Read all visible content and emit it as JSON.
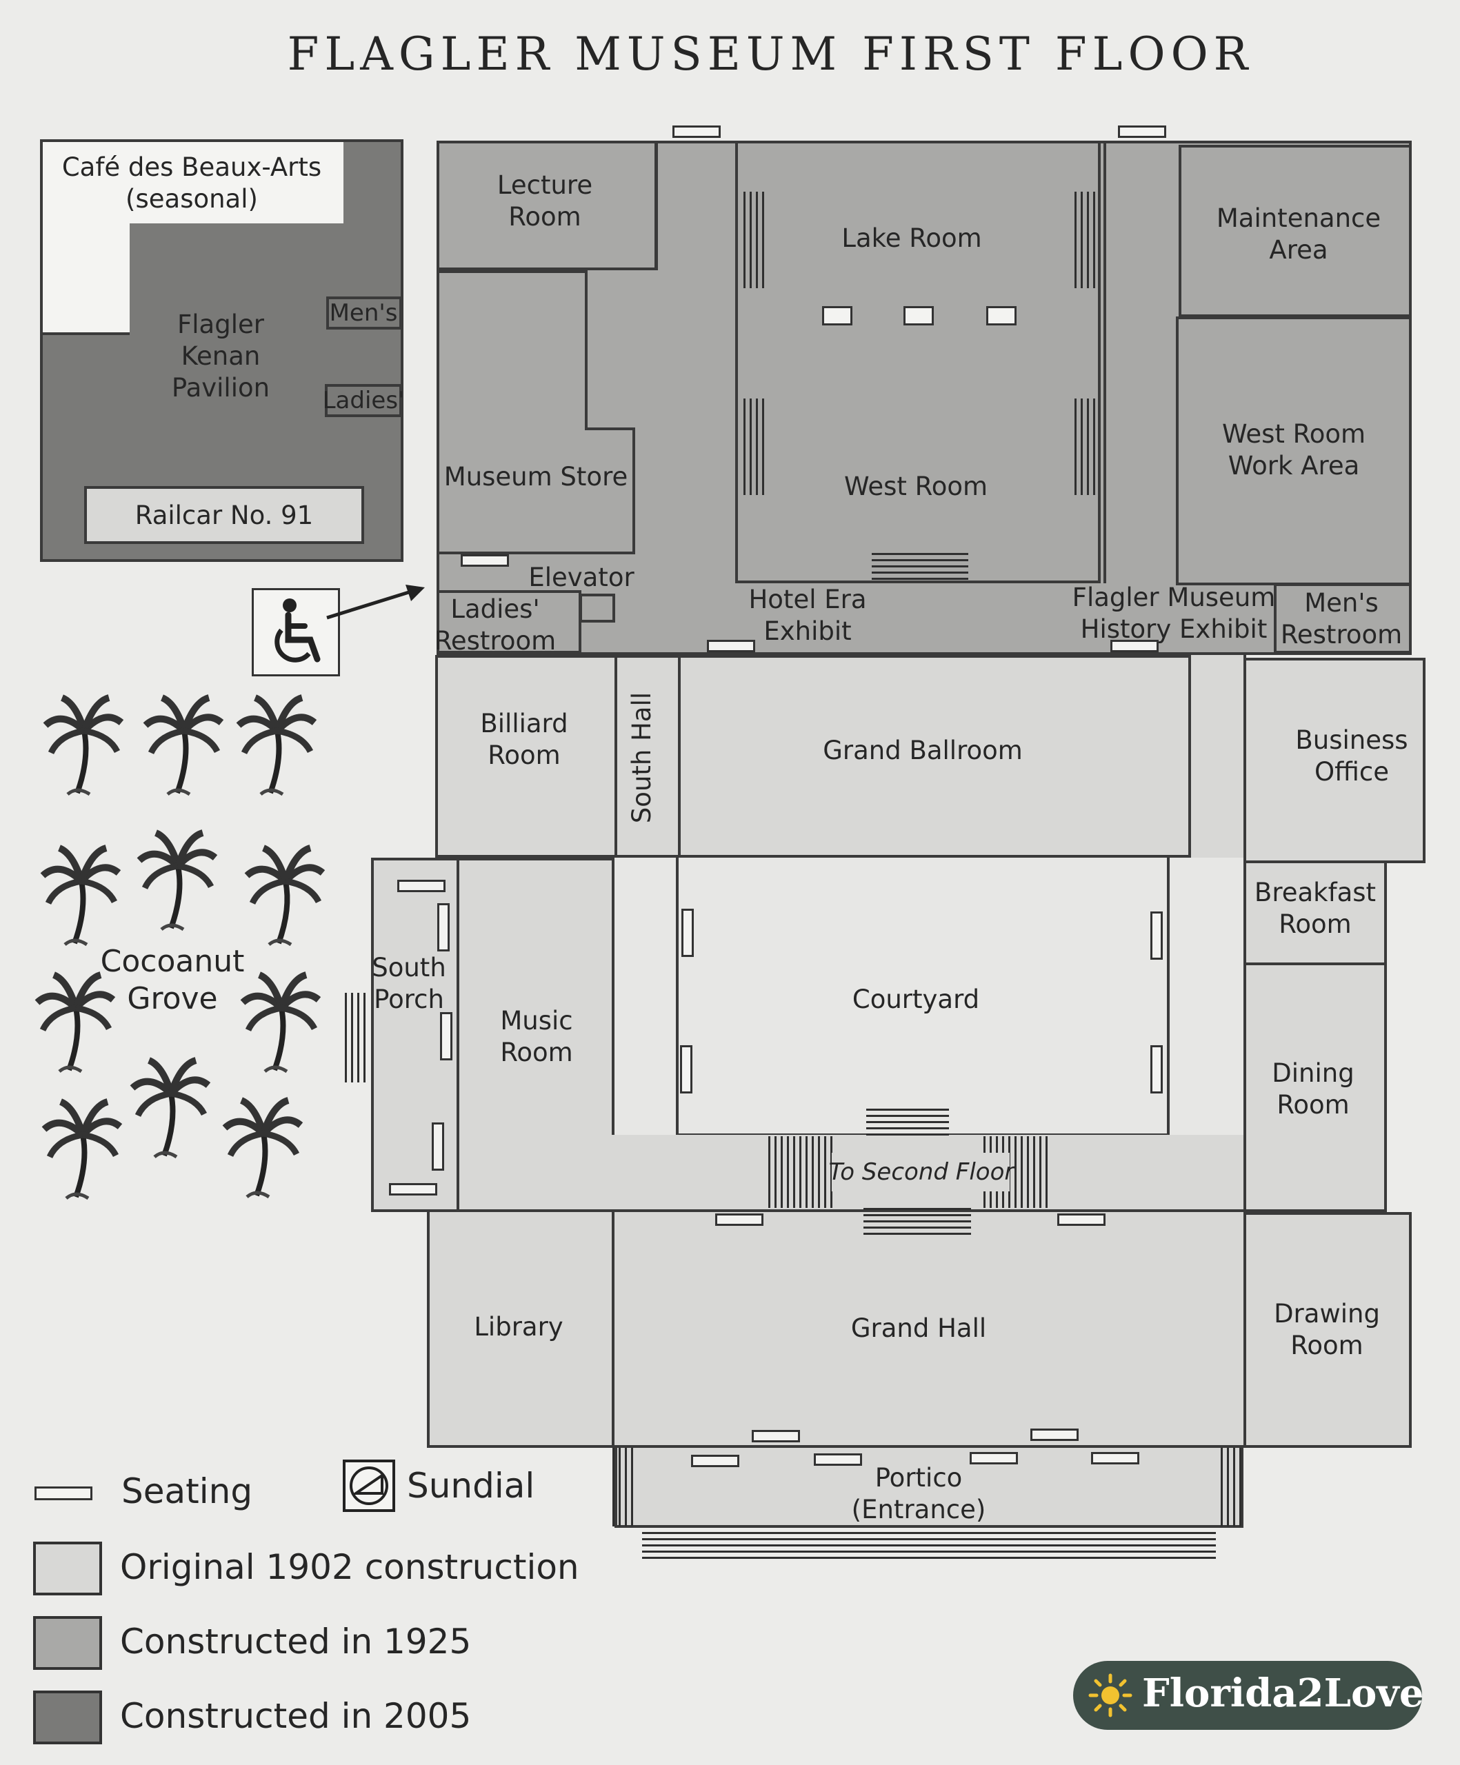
{
  "map": {
    "title": "FLAGLER MUSEUM FIRST FLOOR",
    "rooms": {
      "cafe": "Café des Beaux-Arts\n(seasonal)",
      "pavilion": "Flagler\nKenan\nPavilion",
      "pavilion_mens": "Men's",
      "pavilion_ladies": "Ladies'",
      "railcar": "Railcar No. 91",
      "lecture": "Lecture\nRoom",
      "lake": "Lake Room",
      "west_room": "West Room",
      "maintenance": "Maintenance\nArea",
      "west_work": "West Room\nWork Area",
      "museum_store": "Museum Store",
      "elevator": "Elevator",
      "ladies_restroom": "Ladies'\nRestroom",
      "hotel_era": "Hotel Era\nExhibit",
      "history_exhibit": "Flagler Museum\nHistory Exhibit",
      "mens_restroom": "Men's\nRestroom",
      "billiard": "Billiard\nRoom",
      "south_hall": "South Hall",
      "grand_ballroom": "Grand Ballroom",
      "business_office": "Business\nOffice",
      "south_porch": "South\nPorch",
      "music_room": "Music\nRoom",
      "courtyard": "Courtyard",
      "breakfast": "Breakfast\nRoom",
      "dining": "Dining\nRoom",
      "second_floor": "To Second Floor",
      "library": "Library",
      "grand_hall": "Grand Hall",
      "drawing": "Drawing\nRoom",
      "portico": "Portico\n(Entrance)",
      "grove": "Cocoanut\nGrove"
    },
    "icons": [
      "wheelchair-icon",
      "palm-tree-icon",
      "sundial-icon",
      "sun-icon"
    ]
  },
  "legend": {
    "seating": "Seating",
    "sundial": "Sundial",
    "original": "Original 1902 construction",
    "c1925": "Constructed in 1925",
    "c2005": "Constructed in 2005"
  },
  "colors": {
    "original_1902": "#d8d8d6",
    "constructed_1925": "#a9a9a7",
    "constructed_2005": "#7a7a78",
    "badge": "#3f4f48"
  },
  "watermark": {
    "text": "Florida2Love"
  }
}
